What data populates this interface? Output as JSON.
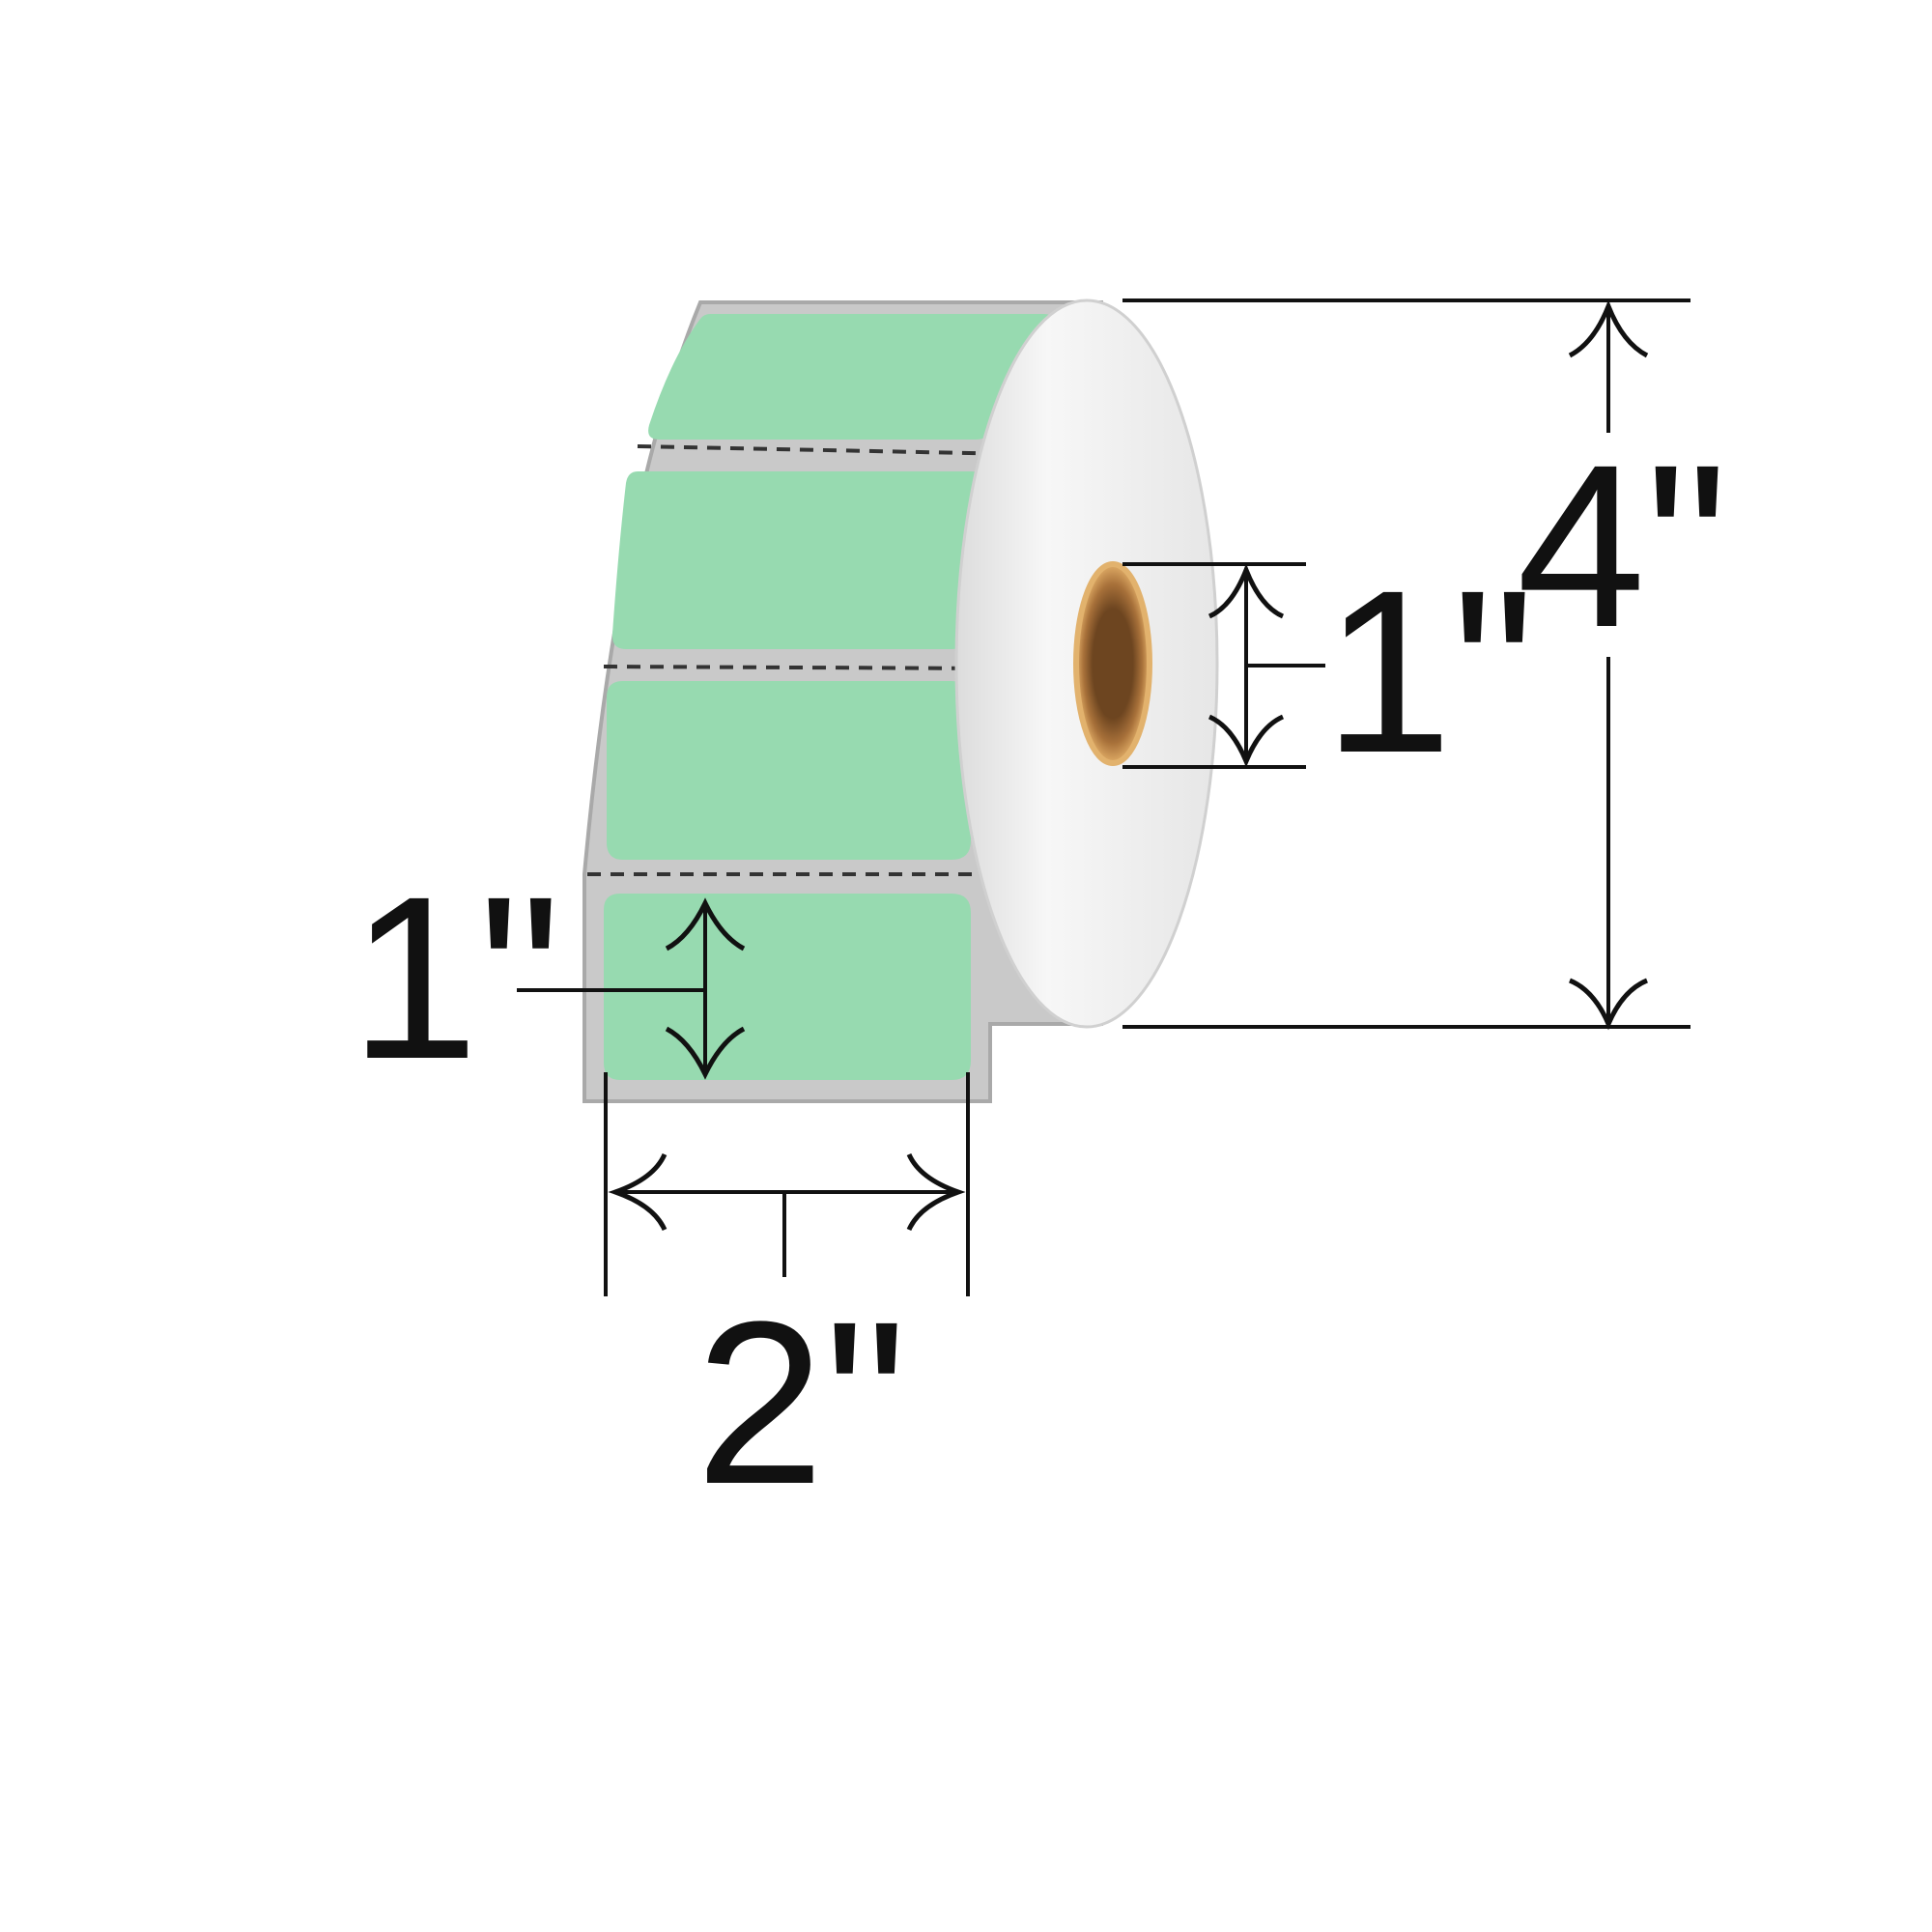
{
  "dimensions": {
    "roll_outer_diameter": "4\"",
    "core_diameter": "1\"",
    "label_height": "1\"",
    "label_width": "2\""
  },
  "colors": {
    "label": "#97dab0",
    "liner": "#c9c9c9",
    "liner_edge": "#a9a9a9",
    "roll_face": "#f1f1f1",
    "core": "#d7a05a",
    "core_inner": "#7a4e22",
    "line": "#111111"
  }
}
